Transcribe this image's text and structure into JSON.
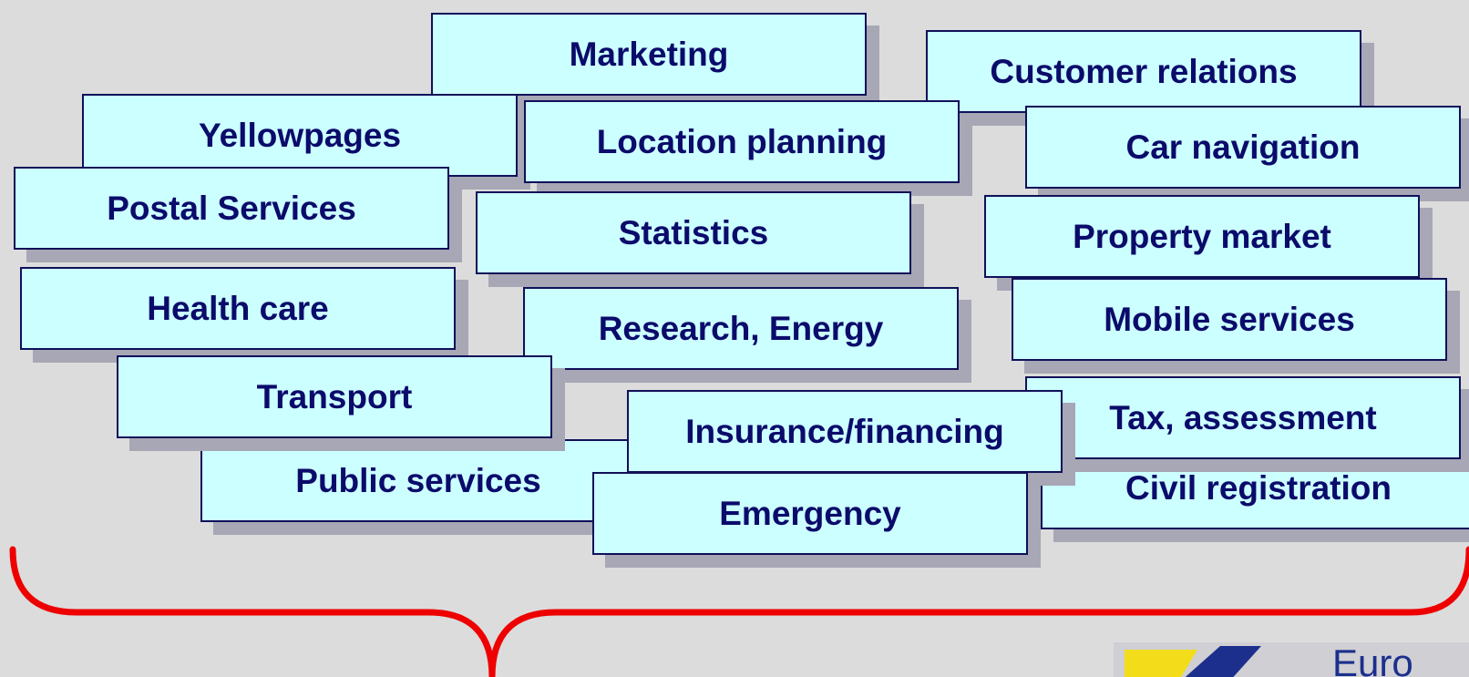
{
  "boxes": [
    "Marketing",
    "Customer relations",
    "Yellowpages",
    "Location planning",
    "Car navigation",
    "Postal Services",
    "Statistics",
    "Property market",
    "Health care",
    "Research, Energy",
    "Mobile services",
    "Transport",
    "Public services",
    "Civil registration",
    "Tax, assessment",
    "Insurance/financing",
    "Emergency"
  ],
  "brace_color": "#ee0000",
  "box_fill": "#ccffff",
  "text_color": "#0b0b6b",
  "logo_text": "Euro"
}
